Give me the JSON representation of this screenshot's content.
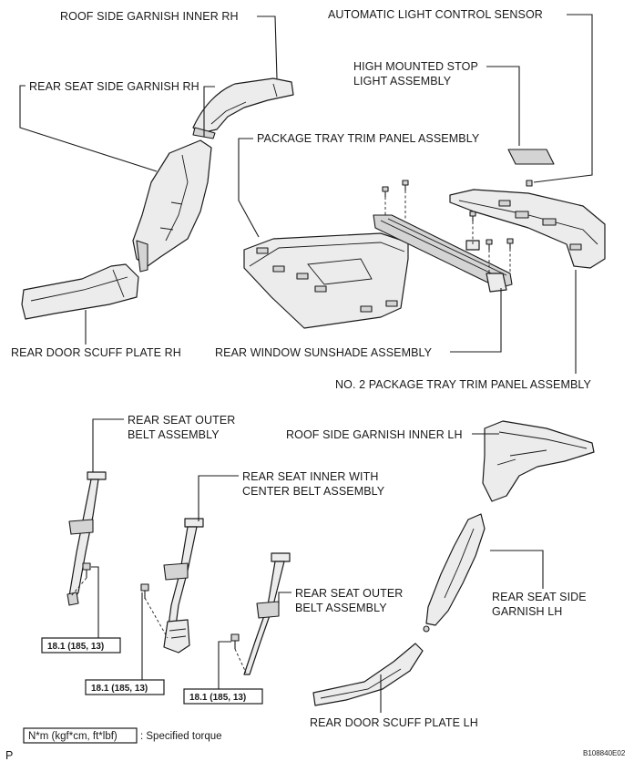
{
  "labels": {
    "roof_side_garnish_inner_rh": "ROOF SIDE GARNISH INNER RH",
    "automatic_light_control_sensor": "AUTOMATIC LIGHT CONTROL SENSOR",
    "high_mounted_stop_light_line1": "HIGH MOUNTED STOP",
    "high_mounted_stop_light_line2": "LIGHT ASSEMBLY",
    "rear_seat_side_garnish_rh": "REAR SEAT SIDE GARNISH RH",
    "package_tray_trim_panel": "PACKAGE TRAY TRIM PANEL ASSEMBLY",
    "rear_door_scuff_plate_rh": "REAR DOOR SCUFF PLATE RH",
    "rear_window_sunshade": "REAR WINDOW SUNSHADE ASSEMBLY",
    "no2_package_tray_trim_panel": "NO. 2 PACKAGE TRAY TRIM PANEL ASSEMBLY",
    "rear_seat_outer_belt_upper_line1": "REAR SEAT OUTER",
    "rear_seat_outer_belt_upper_line2": "BELT ASSEMBLY",
    "roof_side_garnish_inner_lh": "ROOF SIDE GARNISH INNER LH",
    "rear_seat_inner_center_belt_line1": "REAR SEAT INNER WITH",
    "rear_seat_inner_center_belt_line2": "CENTER BELT ASSEMBLY",
    "rear_seat_outer_belt_lower_line1": "REAR SEAT OUTER",
    "rear_seat_outer_belt_lower_line2": "BELT ASSEMBLY",
    "rear_seat_side_garnish_lh_line1": "REAR SEAT SIDE",
    "rear_seat_side_garnish_lh_line2": "GARNISH LH",
    "rear_door_scuff_plate_lh": "REAR DOOR SCUFF PLATE LH"
  },
  "torque": {
    "value_1": "18.1 (185, 13)",
    "value_2": "18.1 (185, 13)",
    "value_3": "18.1 (185, 13)"
  },
  "legend": {
    "unit_box": "N*m (kgf*cm, ft*lbf)",
    "description": ": Specified torque"
  },
  "footer": {
    "left_mark": "P",
    "figure_code": "B108840E02"
  }
}
